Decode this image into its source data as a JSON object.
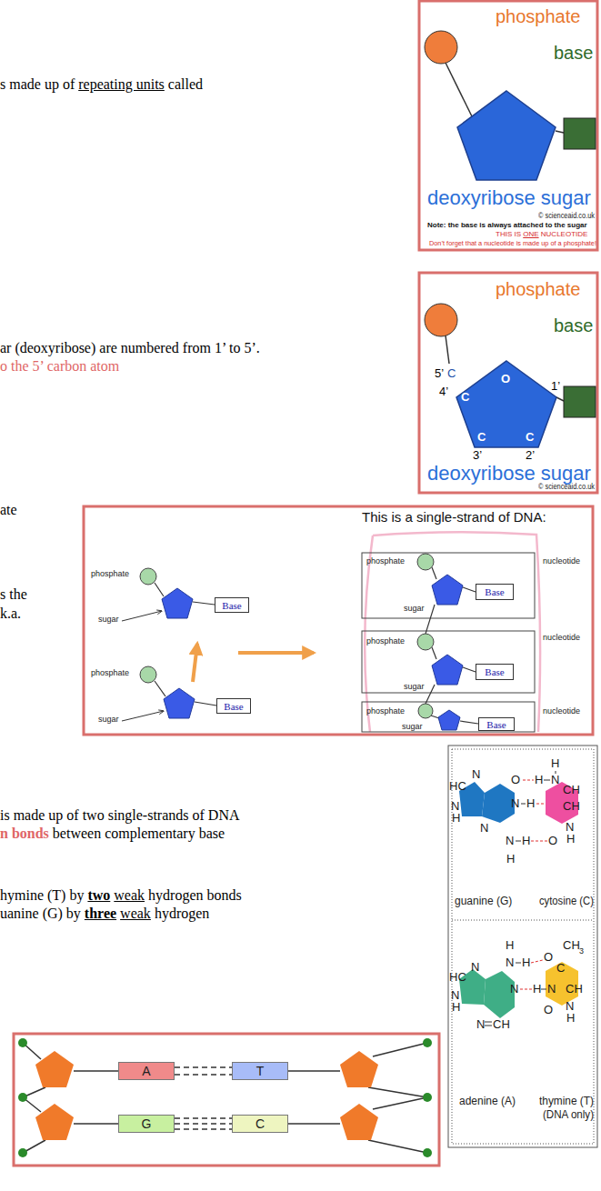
{
  "diagram": {
    "nodes": [
      {
        "text": [
          "Base"
        ]
      },
      {
        "text": [
          "Base"
        ]
      },
      {
        "text": [
          "Base"
        ]
      },
      {
        "text": [
          "Base"
        ]
      },
      {
        "text": [
          "Base"
        ]
      },
      {
        "text": [
          "A"
        ]
      },
      {
        "text": [
          "T"
        ]
      },
      {
        "text": [
          "G"
        ]
      },
      {
        "text": [
          "C"
        ]
      }
    ],
    "edges": [
      {
        "from": 5,
        "to": 6,
        "arrow": "none"
      },
      {
        "from": 7,
        "to": 8,
        "arrow": "none"
      }
    ],
    "labels": [
      "s made up of ",
      "repeating units",
      " called",
      "ar (deoxyribose) are numbered from 1’ to 5’.",
      "o the 5’ carbon atom",
      "ate",
      "s the",
      "k.a.",
      "is made up of two single-strands of DNA",
      "n bonds",
      " between complementary base",
      "hymine (T) by ",
      "two",
      "weak",
      " hydrogen bonds",
      "uanine (G) by ",
      "three",
      "weak",
      " hydrogen",
      "phosphate",
      "base",
      "deoxyribose sugar",
      "© scienceaid.co.uk",
      "Note: the base is always attached to the sugar",
      "THIS IS ",
      "ONE",
      " NUCLEOTIDE",
      "Don’t forget that a nucleotide is made up of a phosphate!",
      "phosphate",
      "base",
      "5’",
      "C",
      "O",
      "1’",
      "4’",
      "C",
      "C",
      "C",
      "3’",
      "2’",
      "deoxyribose sugar",
      "© scienceaid.co.uk",
      "This is a single-strand of DNA:",
      "phosphate",
      "sugar",
      "phosphate",
      "sugar",
      "phosphate",
      "sugar",
      "nucleotide",
      "phosphate",
      "sugar",
      "nucleotide",
      "phosphate",
      "sugar",
      "nucleotide",
      "H",
      "HC",
      "N",
      "O",
      "H",
      "N",
      "CH",
      "N",
      "H",
      "N",
      "H",
      "CH",
      "N",
      "N",
      "H",
      "O",
      "N",
      "H",
      "H",
      "guanine (G)",
      "cytosine (C)",
      "H",
      "N",
      "H",
      "O",
      "CH",
      "3",
      "HC",
      "N",
      "C",
      "N",
      "H",
      "N",
      "H",
      "N",
      "CH",
      "N",
      "CH",
      "O",
      "N",
      "H",
      "adenine (A)",
      "thymine (T)",
      "(DNA only)"
    ]
  }
}
